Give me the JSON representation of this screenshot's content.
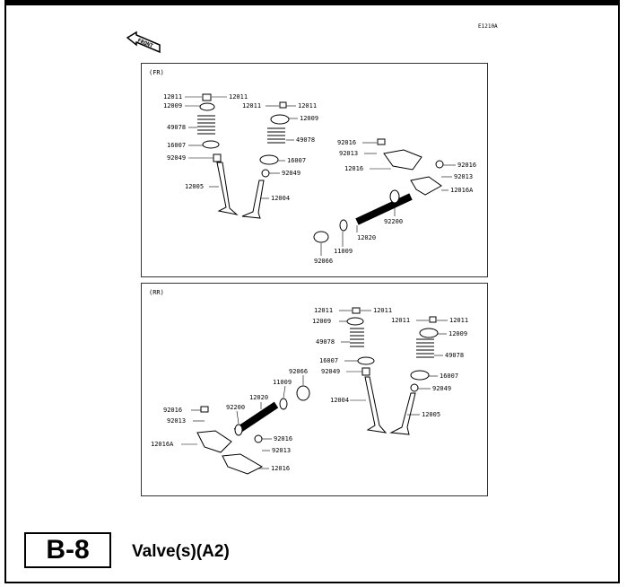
{
  "figure": {
    "code": "E1210A",
    "front_label": "FRONT",
    "panels": [
      {
        "id": "fr",
        "title": "(FR)",
        "labels": [
          "12011",
          "12011",
          "12009",
          "49078",
          "16007",
          "92049",
          "12005",
          "12011",
          "12011",
          "12009",
          "49078",
          "16007",
          "92049",
          "12004",
          "92016",
          "92013",
          "12016",
          "92016",
          "92013",
          "12016A",
          "92200",
          "12020",
          "11009",
          "92066"
        ]
      },
      {
        "id": "rr",
        "title": "(RR)",
        "labels": [
          "12011",
          "12011",
          "12009",
          "49078",
          "16007",
          "92049",
          "12004",
          "12011",
          "12011",
          "12009",
          "49078",
          "16007",
          "92049",
          "12005",
          "92066",
          "11009",
          "12020",
          "92200",
          "92016",
          "92013",
          "12016A",
          "92016",
          "92013",
          "12016"
        ]
      }
    ]
  },
  "footer": {
    "section_code": "B-8",
    "section_title": "Valve(s)(A2)"
  }
}
